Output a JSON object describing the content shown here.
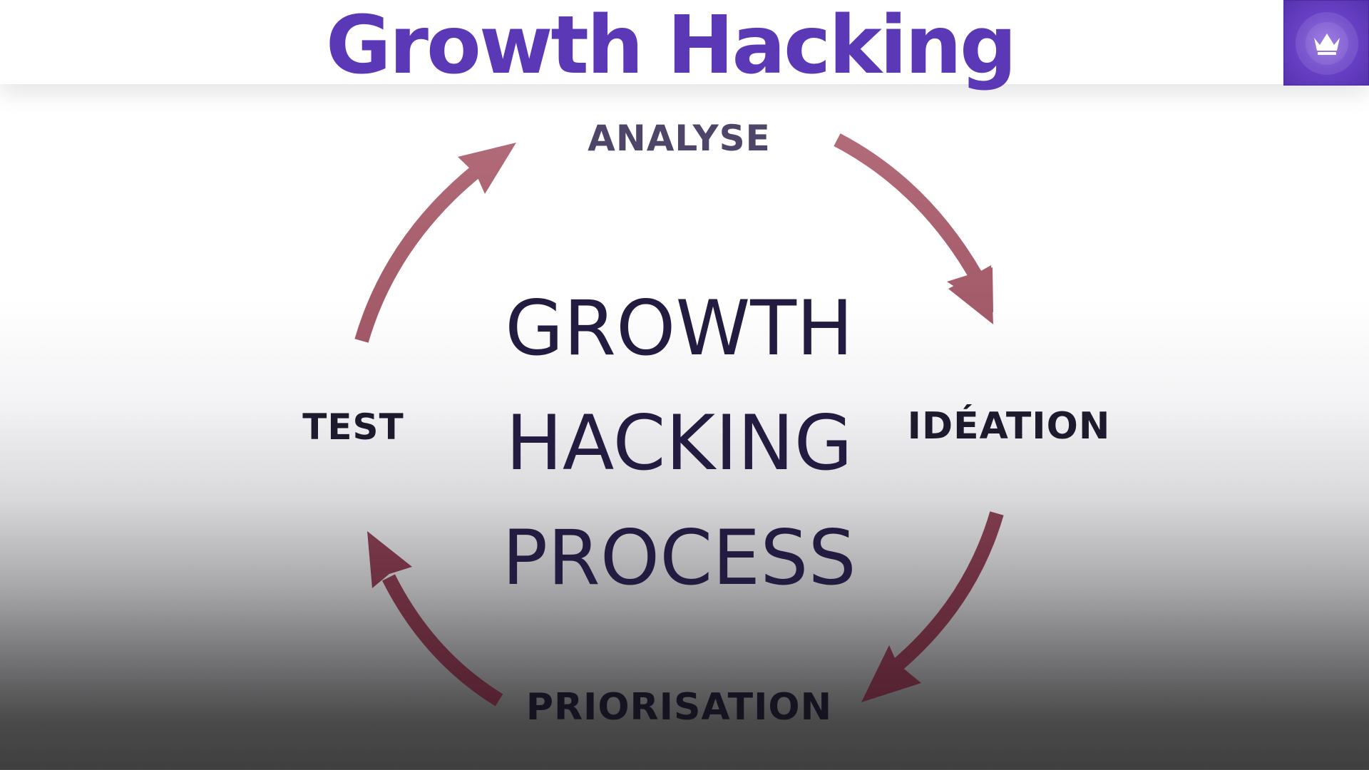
{
  "header": {
    "title": "Growth Hacking",
    "logo_icon": "crown-icon"
  },
  "diagram": {
    "center_lines": [
      "GROWTH",
      "HACKING",
      "PROCESS"
    ],
    "steps": [
      "ANALYSE",
      "IDÉATION",
      "PRIORISATION",
      "TEST"
    ],
    "flow": "cycle-clockwise"
  },
  "colors": {
    "title": "#5b38b5",
    "logo_bg": "#6a42c8",
    "arrow_light": "#b06a78",
    "arrow_dark": "#4a1f2c",
    "text_dark": "#231c40"
  }
}
